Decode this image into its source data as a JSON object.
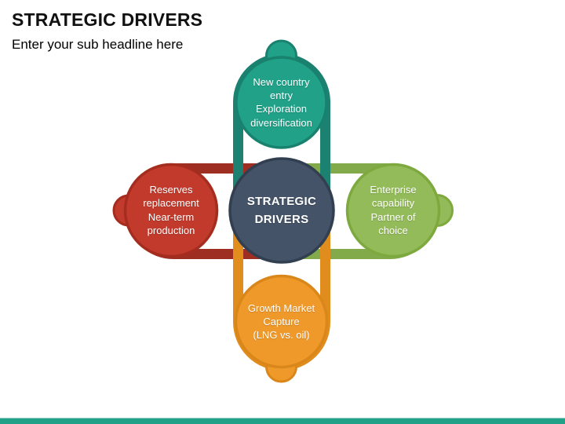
{
  "slide": {
    "title": "STRATEGIC DRIVERS",
    "subtitle": "Enter your sub headline here"
  },
  "diagram": {
    "center": {
      "label": "STRATEGIC\nDRIVERS",
      "fill": "#455368",
      "border": "#323f50"
    },
    "top": {
      "label": "New country\nentry\nExploration\ndiversification",
      "fill": "#21a188",
      "border": "#19826f",
      "loop_color": "#1c8170"
    },
    "left": {
      "label": "Reserves\nreplacement\nNear-term\nproduction",
      "fill": "#c23a2c",
      "border": "#a42d1f",
      "loop_color": "#9e2d22"
    },
    "right": {
      "label": "Enterprise\ncapability\nPartner of\nchoice",
      "fill": "#93bb59",
      "border": "#7da93f",
      "loop_color": "#82a94a"
    },
    "bottom": {
      "label": "Growth Market\nCapture\n(LNG vs. oil)",
      "fill": "#f0992b",
      "border": "#d9871a",
      "loop_color": "#e08d1e"
    }
  },
  "footer": {
    "bar_color": "#21a188"
  }
}
